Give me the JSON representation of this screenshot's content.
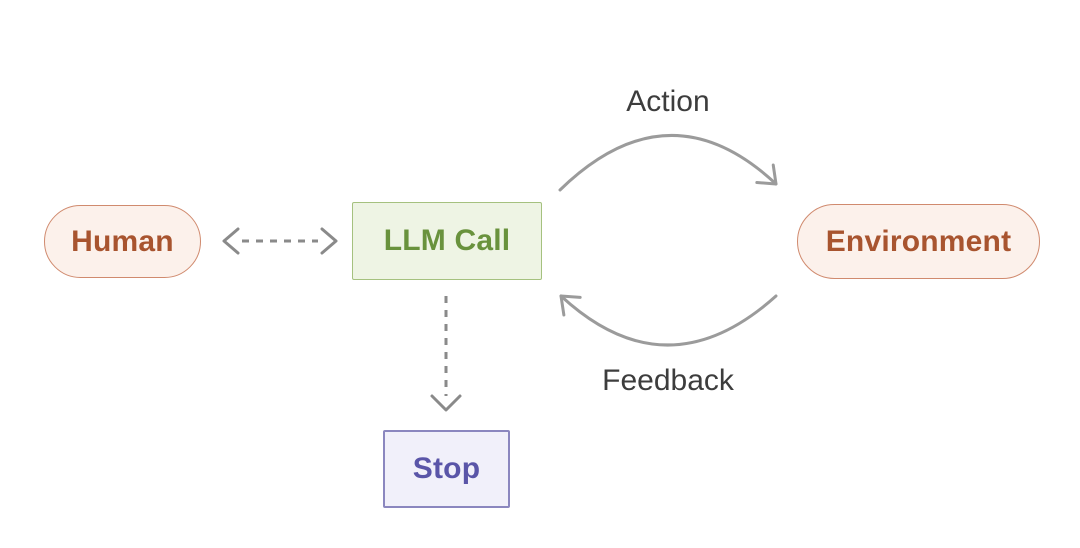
{
  "diagram": {
    "nodes": {
      "human": {
        "label": "Human"
      },
      "llm_call": {
        "label": "LLM Call"
      },
      "environment": {
        "label": "Environment"
      },
      "stop": {
        "label": "Stop"
      }
    },
    "edges": {
      "action": {
        "label": "Action",
        "from": "llm_call",
        "to": "environment",
        "style": "solid-curve"
      },
      "feedback": {
        "label": "Feedback",
        "from": "environment",
        "to": "llm_call",
        "style": "solid-curve"
      },
      "human_llm": {
        "label": "",
        "from": "human",
        "to": "llm_call",
        "style": "dashed-double-arrow"
      },
      "llm_stop": {
        "label": "",
        "from": "llm_call",
        "to": "stop",
        "style": "dashed-arrow"
      }
    },
    "colors": {
      "human_env_bg": "#fcf1eb",
      "human_env_border": "#d08a6e",
      "human_env_text": "#a8542f",
      "llm_bg": "#eef4e4",
      "llm_border": "#a5c17f",
      "llm_text": "#69923d",
      "stop_bg": "#f1f0fa",
      "stop_border": "#8b87bf",
      "stop_text": "#5a55a8",
      "arrow_solid": "#9b9b9b",
      "arrow_dashed": "#8a8a8a",
      "edge_label_text": "#3d3d3d",
      "canvas_bg": "#ffffff"
    }
  }
}
